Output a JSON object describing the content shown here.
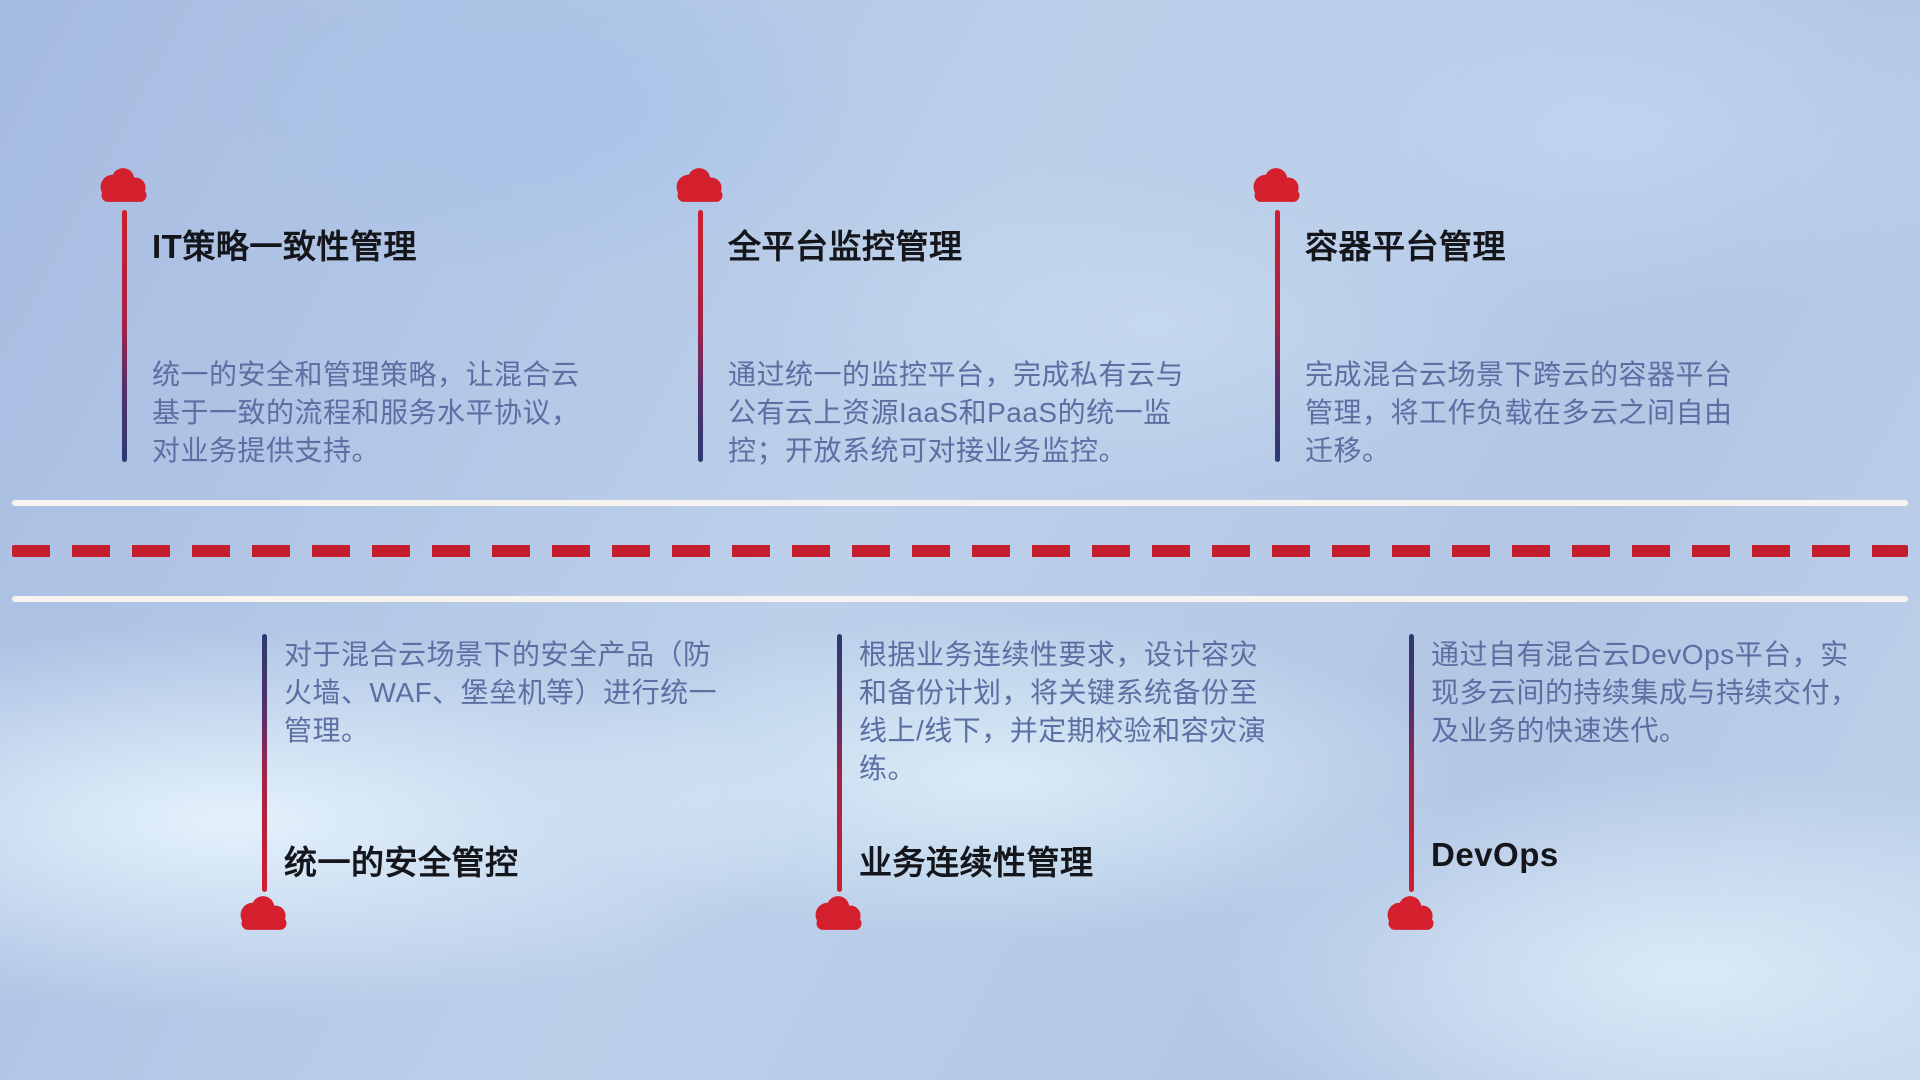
{
  "timeline": {
    "top_items": [
      {
        "title": "IT策略一致性管理",
        "description": "统一的安全和管理策略，让混合云基于一致的流程和服务水平协议，对业务提供支持。"
      },
      {
        "title": "全平台监控管理",
        "description": "通过统一的监控平台，完成私有云与公有云上资源IaaS和PaaS的统一监控；开放系统可对接业务监控。"
      },
      {
        "title": "容器平台管理",
        "description": "完成混合云场景下跨云的容器平台管理，将工作负载在多云之间自由迁移。"
      }
    ],
    "bottom_items": [
      {
        "title": "统一的安全管控",
        "description": "对于混合云场景下的安全产品（防火墙、WAF、堡垒机等）进行统一管理。"
      },
      {
        "title": "业务连续性管理",
        "description": "根据业务连续性要求，设计容灾和备份计划，将关键系统备份至线上/线下，并定期校验和容灾演练。"
      },
      {
        "title": "DevOps",
        "description": "通过自有混合云DevOps平台，实现多云间的持续集成与持续交付，及业务的快速迭代。"
      }
    ]
  },
  "icons": {
    "cloud": "cloud-icon"
  },
  "colors": {
    "cloud_red": "#d41f2c",
    "line_navy": "#2b3a72",
    "title_text": "#14161c",
    "description_text": "#5d6ea3",
    "dashed_red": "#c41e2e",
    "track_white": "#f7f4ef"
  }
}
